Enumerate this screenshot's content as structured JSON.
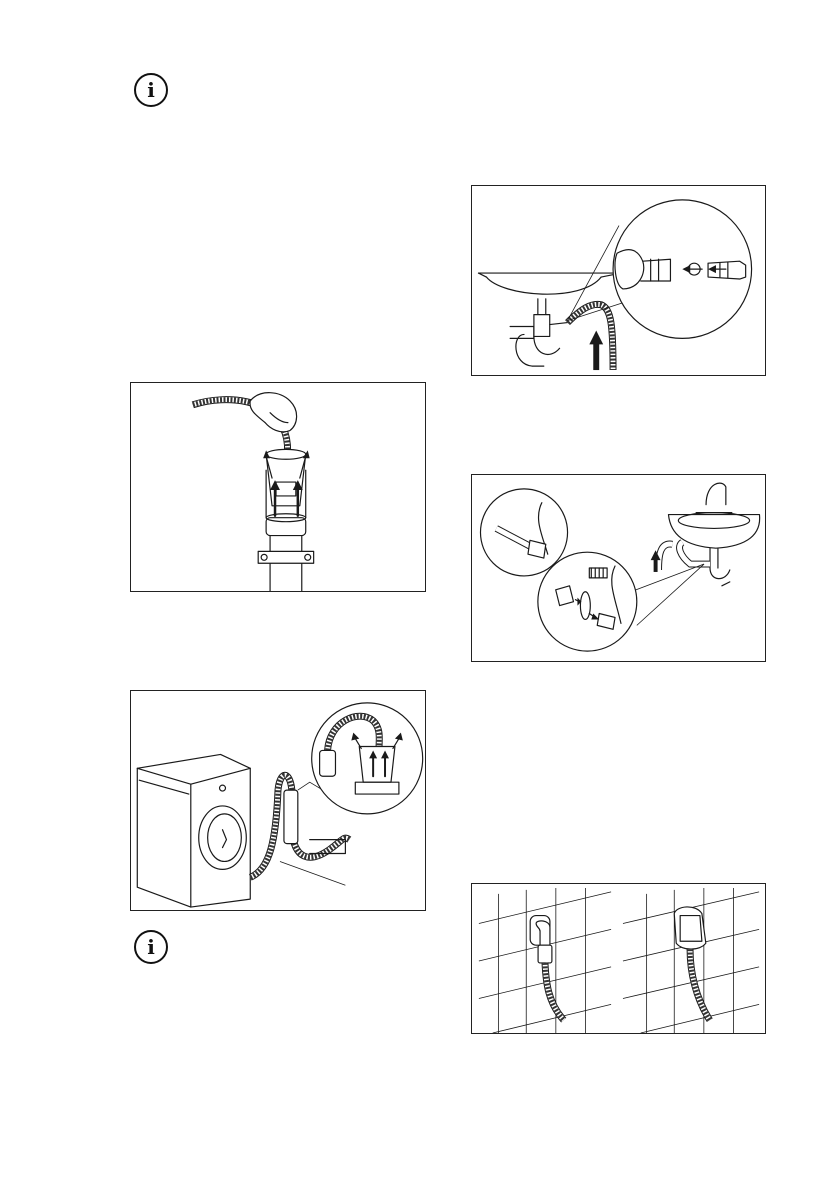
{
  "icons": {
    "info_top": "i",
    "info_bottom": "i"
  },
  "figures": [
    {
      "name": "drain-hose-in-standpipe",
      "icon": "hose-guide-in-pipe"
    },
    {
      "name": "drain-hose-to-sink-trap",
      "icon": "sink-trap-spigot"
    },
    {
      "name": "drain-hose-machine-overview",
      "icon": "washing-machine-hose"
    },
    {
      "name": "drain-hose-on-basin-trap",
      "icon": "basin-trap-connection"
    },
    {
      "name": "drain-hose-wall-outlets",
      "icon": "wall-drain-outlets"
    }
  ]
}
